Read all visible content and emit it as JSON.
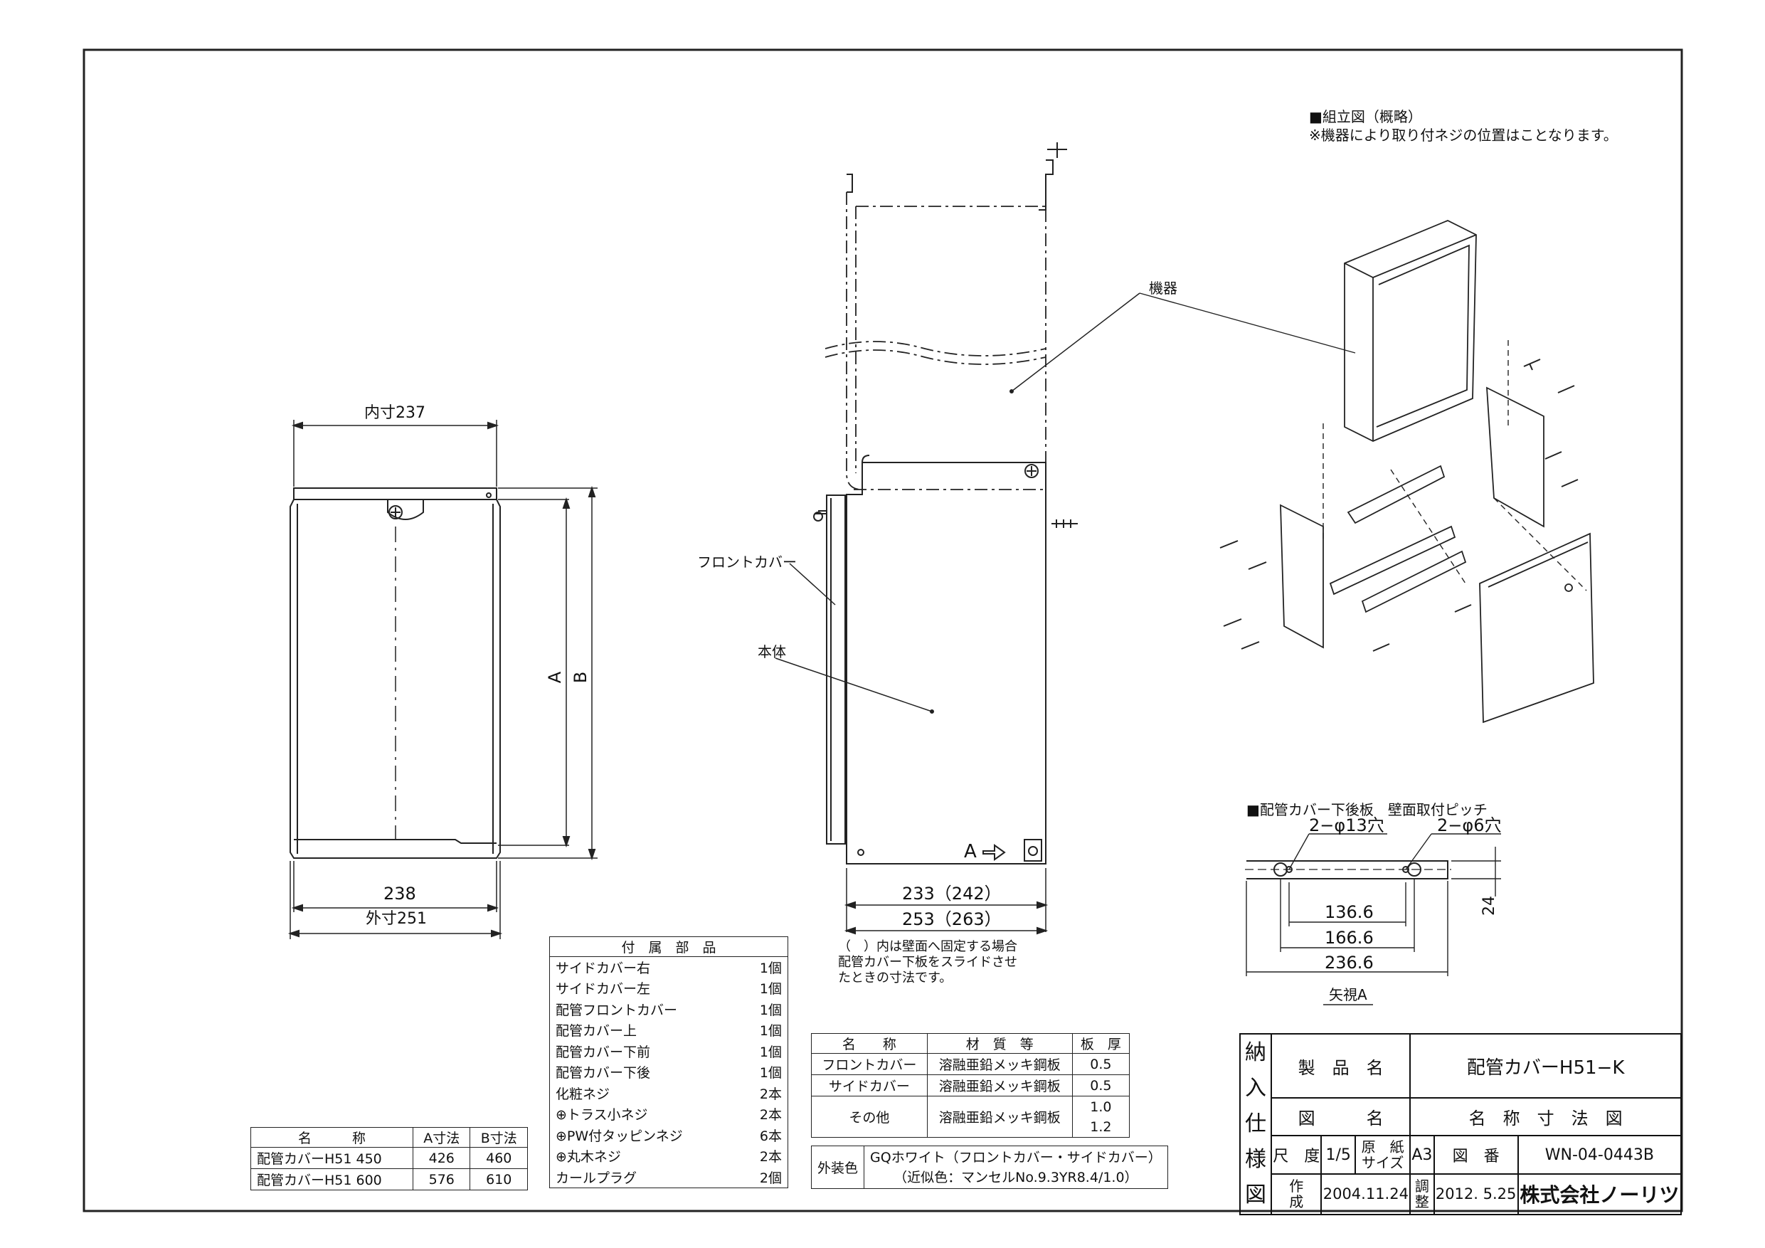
{
  "assembly": {
    "title": "■組立図（概略）",
    "note": "※機器により取り付ネジの位置はことなります。",
    "label_unit": "機器"
  },
  "side_view": {
    "label_front_cover": "フロントカバー",
    "label_body": "本体",
    "arrow_label": "A",
    "dim_233": "233（242）",
    "dim_253": "253（263）",
    "note_lines": [
      "（　）内は壁面へ固定する場合",
      "配管カバー下板をスライドさせ",
      "たときの寸法です。"
    ]
  },
  "front_view": {
    "dim_inner": "内寸237",
    "dim_238": "238",
    "dim_outer": "外寸251",
    "dim_A": "A",
    "dim_B": "B"
  },
  "pitch_view": {
    "title": "■配管カバー下後板　壁面取付ピッチ",
    "hole13": "2−φ13穴",
    "hole6": "2−φ6穴",
    "d1": "136.6",
    "d2": "166.6",
    "d3": "236.6",
    "d24": "24",
    "view_label": "矢視A"
  },
  "parts_table": {
    "header": "付　属　部　品",
    "rows": [
      {
        "name": "サイドカバー右",
        "qty": "1個"
      },
      {
        "name": "サイドカバー左",
        "qty": "1個"
      },
      {
        "name": "配管フロントカバー",
        "qty": "1個"
      },
      {
        "name": "配管カバー上",
        "qty": "1個"
      },
      {
        "name": "配管カバー下前",
        "qty": "1個"
      },
      {
        "name": "配管カバー下後",
        "qty": "1個"
      },
      {
        "name": "化粧ネジ",
        "qty": "2本"
      },
      {
        "name": "⊕トラス小ネジ",
        "qty": "2本"
      },
      {
        "name": "⊕PW付タッピンネジ",
        "qty": "6本"
      },
      {
        "name": "⊕丸木ネジ",
        "qty": "2本"
      },
      {
        "name": "カールプラグ",
        "qty": "2個"
      }
    ]
  },
  "size_table": {
    "headers": [
      "名　　　称",
      "A寸法",
      "B寸法"
    ],
    "rows": [
      [
        "配管カバーH51 450",
        "426",
        "460"
      ],
      [
        "配管カバーH51 600",
        "576",
        "610"
      ]
    ]
  },
  "material_table": {
    "headers": [
      "名　　称",
      "材　質　等",
      "板　厚"
    ],
    "rows": [
      [
        "フロントカバー",
        "溶融亜鉛メッキ鋼板",
        "0.5"
      ],
      [
        "サイドカバー",
        "溶融亜鉛メッキ鋼板",
        "0.5"
      ],
      [
        "その他",
        "溶融亜鉛メッキ鋼板",
        "1.0",
        "1.2"
      ]
    ],
    "finish_label": "外装色",
    "finish_line1": "GQホワイト（フロントカバー・サイドカバー）",
    "finish_line2": "（近似色：マンセルNo.9.3YR8.4/1.0）"
  },
  "title_block": {
    "side_chars": [
      "納",
      "入",
      "仕",
      "様",
      "図"
    ],
    "product_label": "製　品　名",
    "product_value": "配管カバーH51−K",
    "drawing_label": "図　　　名",
    "drawing_value": "名　称　寸　法　図",
    "scale_label": "尺　度",
    "scale_value": "1/5",
    "paper_label1": "原　紙",
    "paper_label2": "サイズ",
    "paper_value": "A3",
    "number_label": "図　番",
    "number_value": "WN-04-0443B",
    "created_label1": "作",
    "created_label2": "成",
    "created_value": "2004.11.24",
    "adjusted_label1": "調",
    "adjusted_label2": "整",
    "adjusted_value": "2012. 5.25",
    "company": "株式会社ノーリツ"
  }
}
